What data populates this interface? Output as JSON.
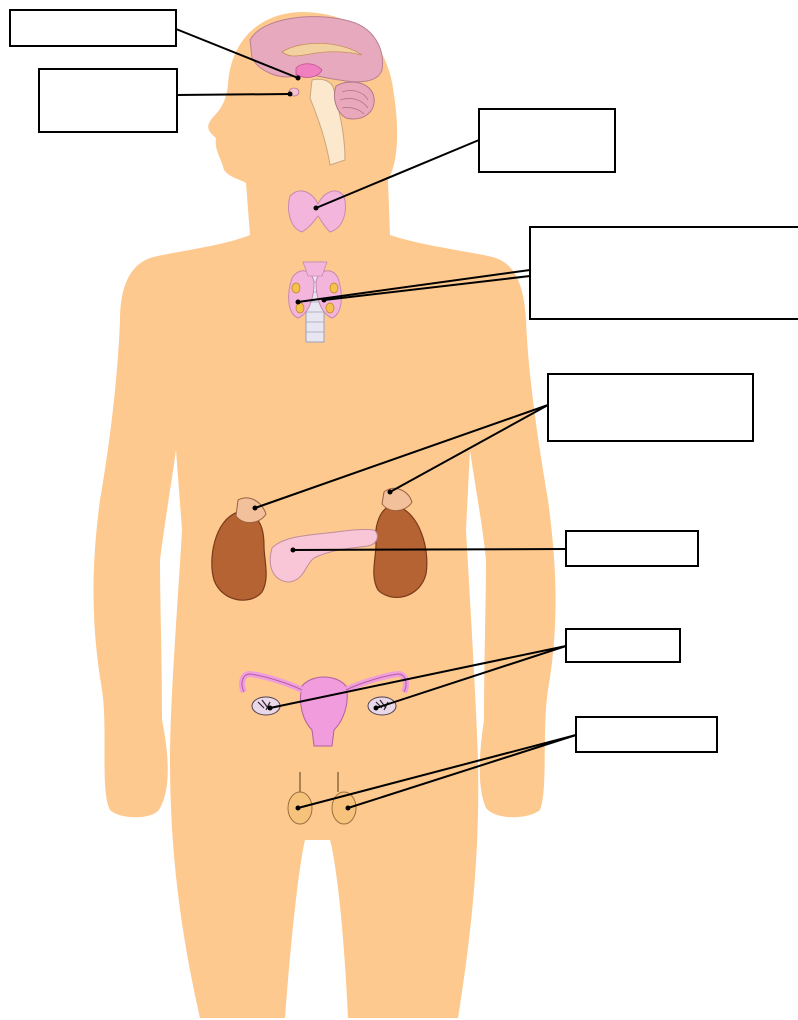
{
  "diagram": {
    "body_color": "#FDC98F",
    "organ_colors": {
      "brain": "#E7A9BE",
      "gland_pink": "#F4B5DD",
      "gland_yellow": "#F5C24E",
      "adrenal_kidney": "#B56333",
      "pancreas": "#F8C6D6",
      "uterus": "#F09CDD",
      "testis": "#F6C27C"
    },
    "label_boxes": [
      {
        "id": "hypothalamus-box",
        "text": ""
      },
      {
        "id": "pituitary-box",
        "text": ""
      },
      {
        "id": "thyroid-box",
        "text": ""
      },
      {
        "id": "parathyroid-box",
        "text": ""
      },
      {
        "id": "adrenal-box",
        "text": ""
      },
      {
        "id": "pancreas-box",
        "text": ""
      },
      {
        "id": "ovary-box",
        "text": ""
      },
      {
        "id": "testis-box",
        "text": ""
      }
    ]
  }
}
